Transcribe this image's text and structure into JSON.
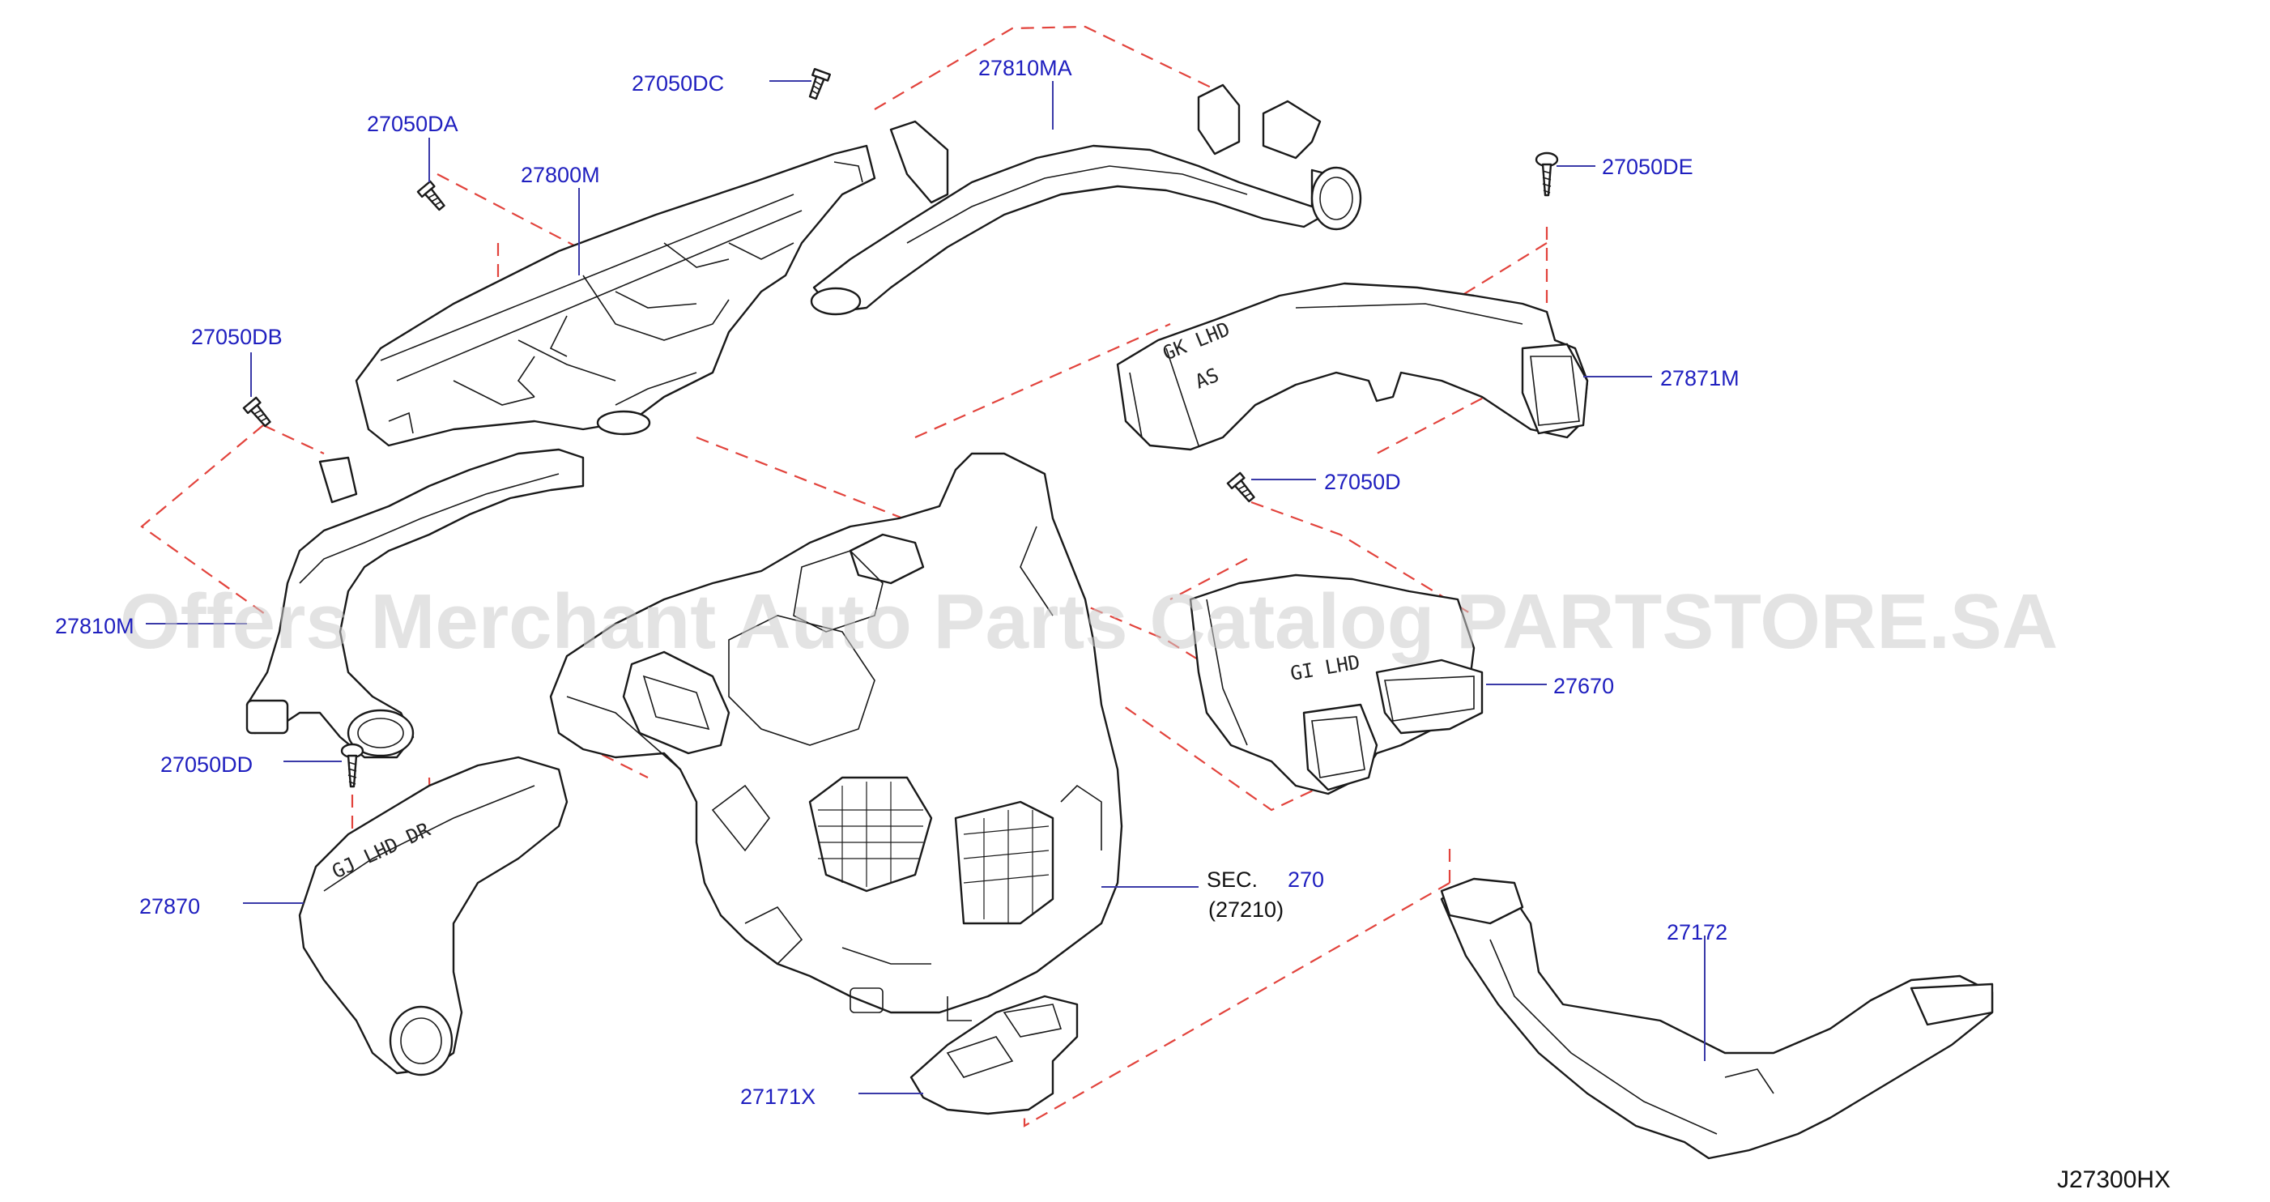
{
  "diagram": {
    "reference_code": "J27300HX",
    "watermark": "Offers Merchant Auto Parts Catalog PARTSTORE.SA",
    "section_ref": {
      "prefix": "SEC.",
      "number": "270",
      "sub": "(27210)"
    },
    "labels": {
      "p27050DC": "27050DC",
      "p27810MA": "27810MA",
      "p27050DA": "27050DA",
      "p27800M": "27800M",
      "p27050DE": "27050DE",
      "p27050DB": "27050DB",
      "p27871M": "27871M",
      "p27050D": "27050D",
      "p27810M": "27810M",
      "p27670": "27670",
      "p27050DD": "27050DD",
      "p27870": "27870",
      "p27172": "27172",
      "p27171X": "27171X"
    },
    "embossed": {
      "duct_27871m_a": "GK LHD",
      "duct_27871m_b": "AS",
      "duct_27670": "GI LHD",
      "duct_27870": "GJ LHD DR"
    }
  }
}
